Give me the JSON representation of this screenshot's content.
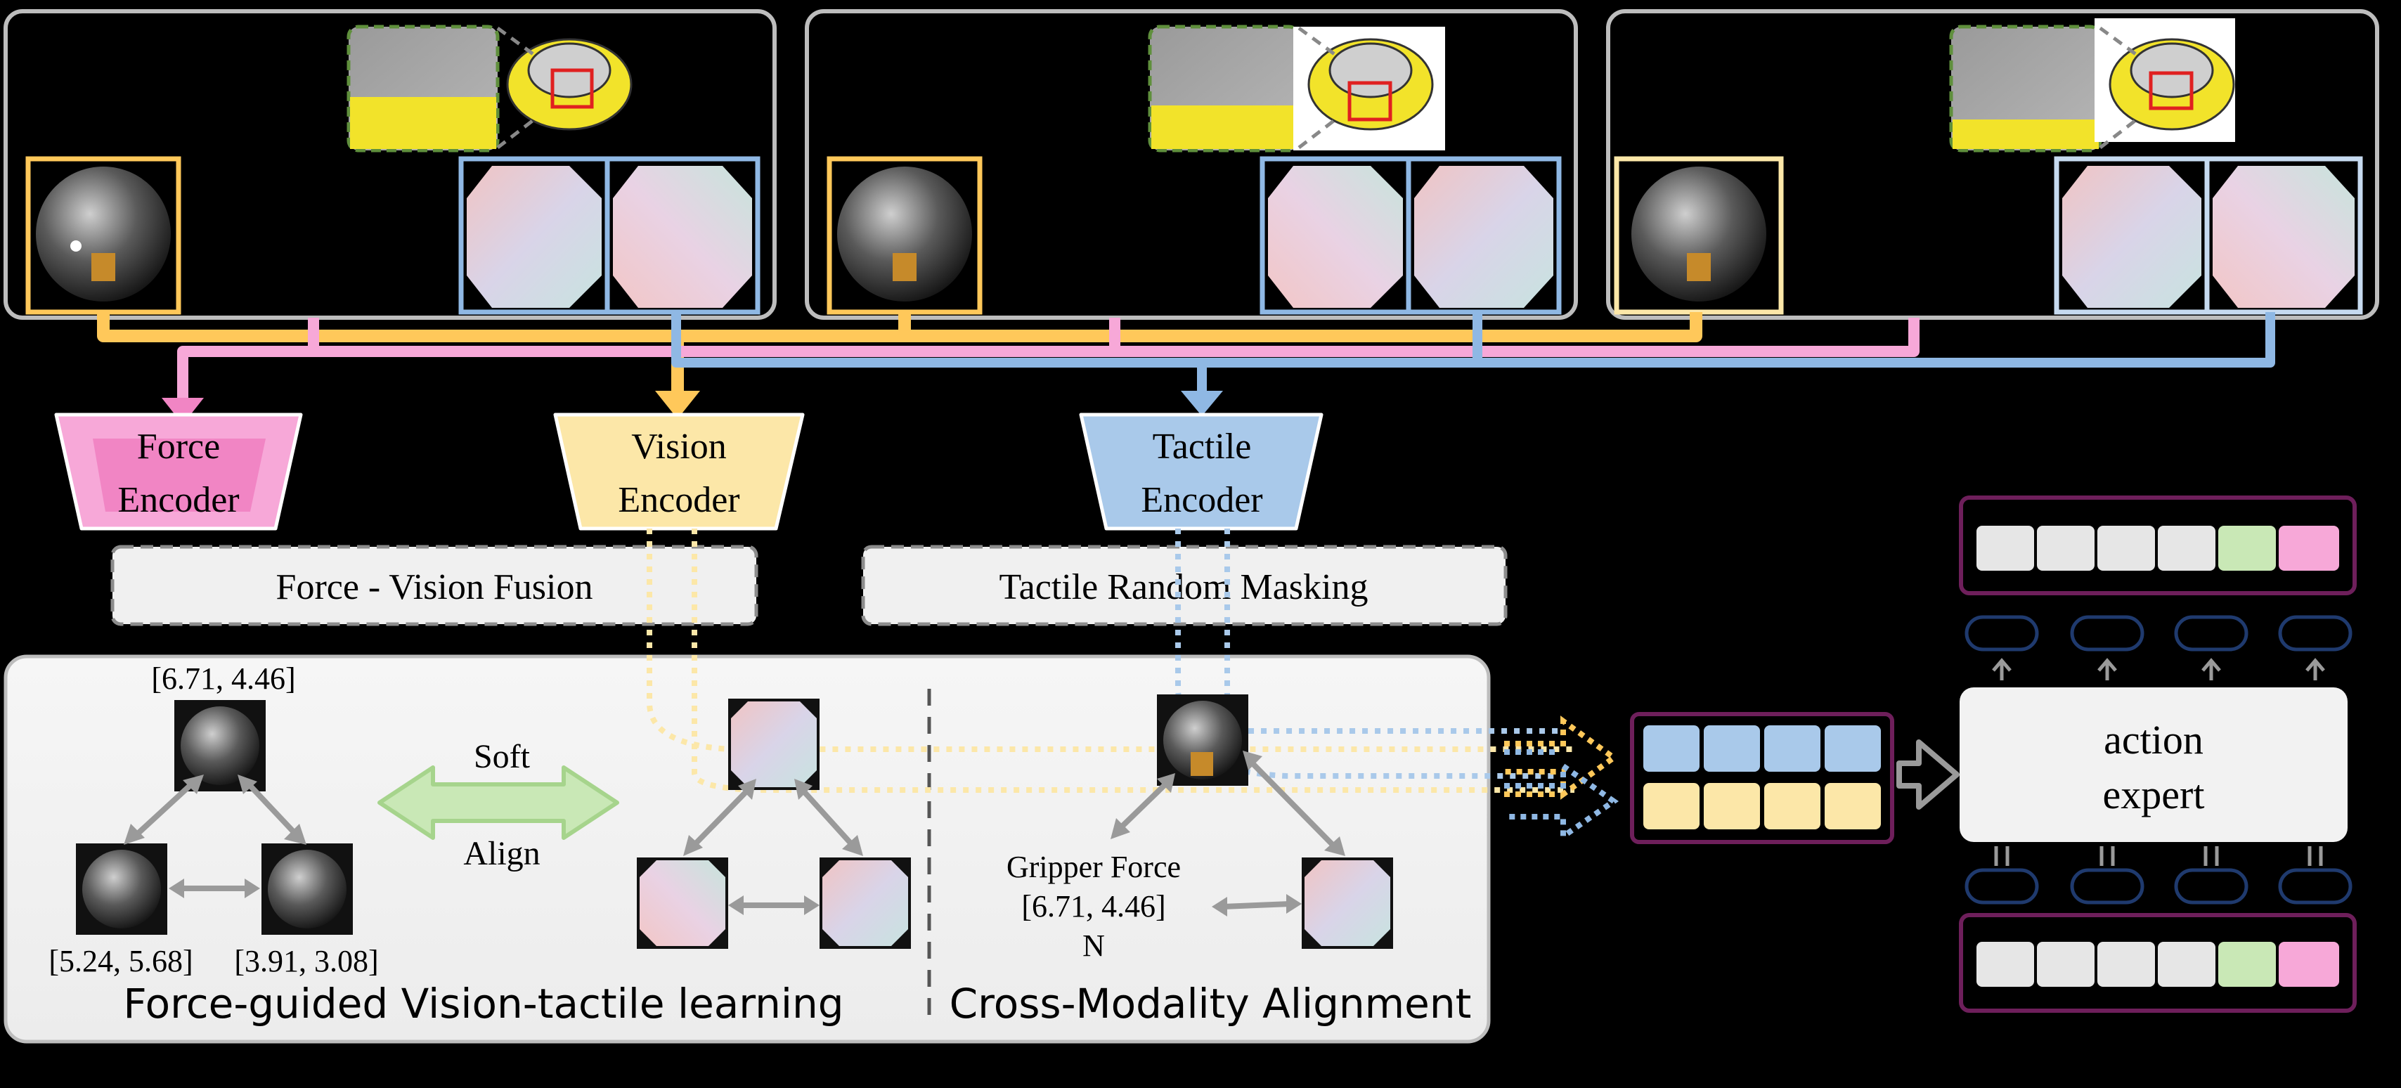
{
  "encoders": {
    "force": {
      "line1": "Force",
      "line2": "Encoder"
    },
    "vision": {
      "line1": "Vision",
      "line2": "Encoder"
    },
    "tactile": {
      "line1": "Tactile",
      "line2": "Encoder"
    }
  },
  "fusion": {
    "force_vision": "Force - Vision Fusion",
    "tactile_masking": "Tactile Random Masking"
  },
  "learning": {
    "force_top": "[6.71, 4.46]",
    "force_left": "[5.24, 5.68]",
    "force_right": "[3.91, 3.08]",
    "soft": "Soft",
    "align": "Align",
    "title_left": "Force-guided Vision-tactile learning",
    "gripper_force_label": "Gripper Force",
    "gripper_force_value": "[6.71, 4.46]",
    "gripper_force_unit": "N",
    "title_right": "Cross-Modality Alignment"
  },
  "action": {
    "line1": "action",
    "line2": "expert"
  },
  "colors": {
    "force": "#f7a8d8",
    "force_inner": "#f185c4",
    "vision": "#fce7a8",
    "vision_line": "#ffc85a",
    "tactile": "#a9c9ea",
    "tactile_line": "#8fb8e4",
    "green": "#c9e8b6",
    "panel": "#f2f2f2",
    "purple": "#6e1f5b"
  }
}
